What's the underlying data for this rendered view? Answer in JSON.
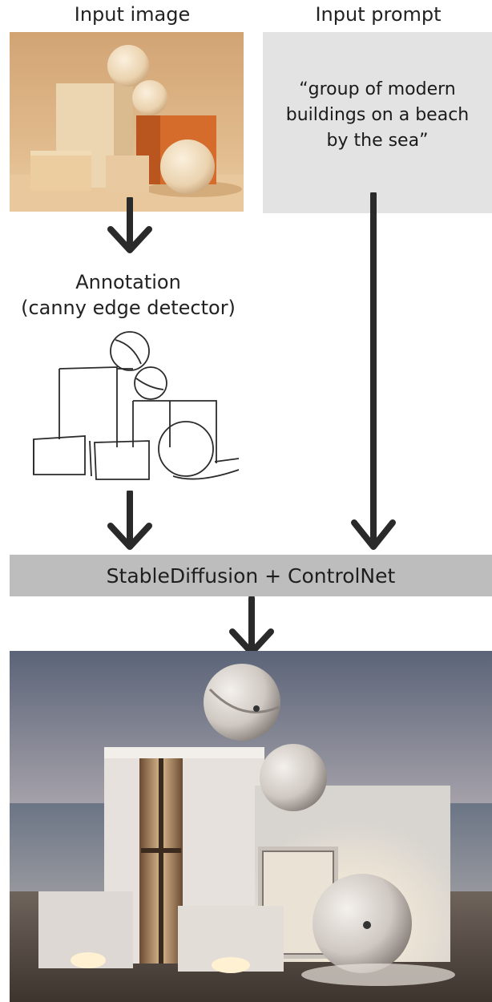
{
  "labels": {
    "input_image": "Input image",
    "input_prompt": "Input prompt",
    "annotation_line1": "Annotation",
    "annotation_line2": "(canny edge detector)",
    "prompt_text": "“group of modern buildings on a beach by the sea”",
    "model": "StableDiffusion + ControlNet"
  },
  "colors": {
    "arrow": "#2a2a2a",
    "prompt_box": "#e3e3e3",
    "model_bar": "#bdbdbd"
  },
  "icons": {
    "arrow": "arrow-down-icon"
  }
}
